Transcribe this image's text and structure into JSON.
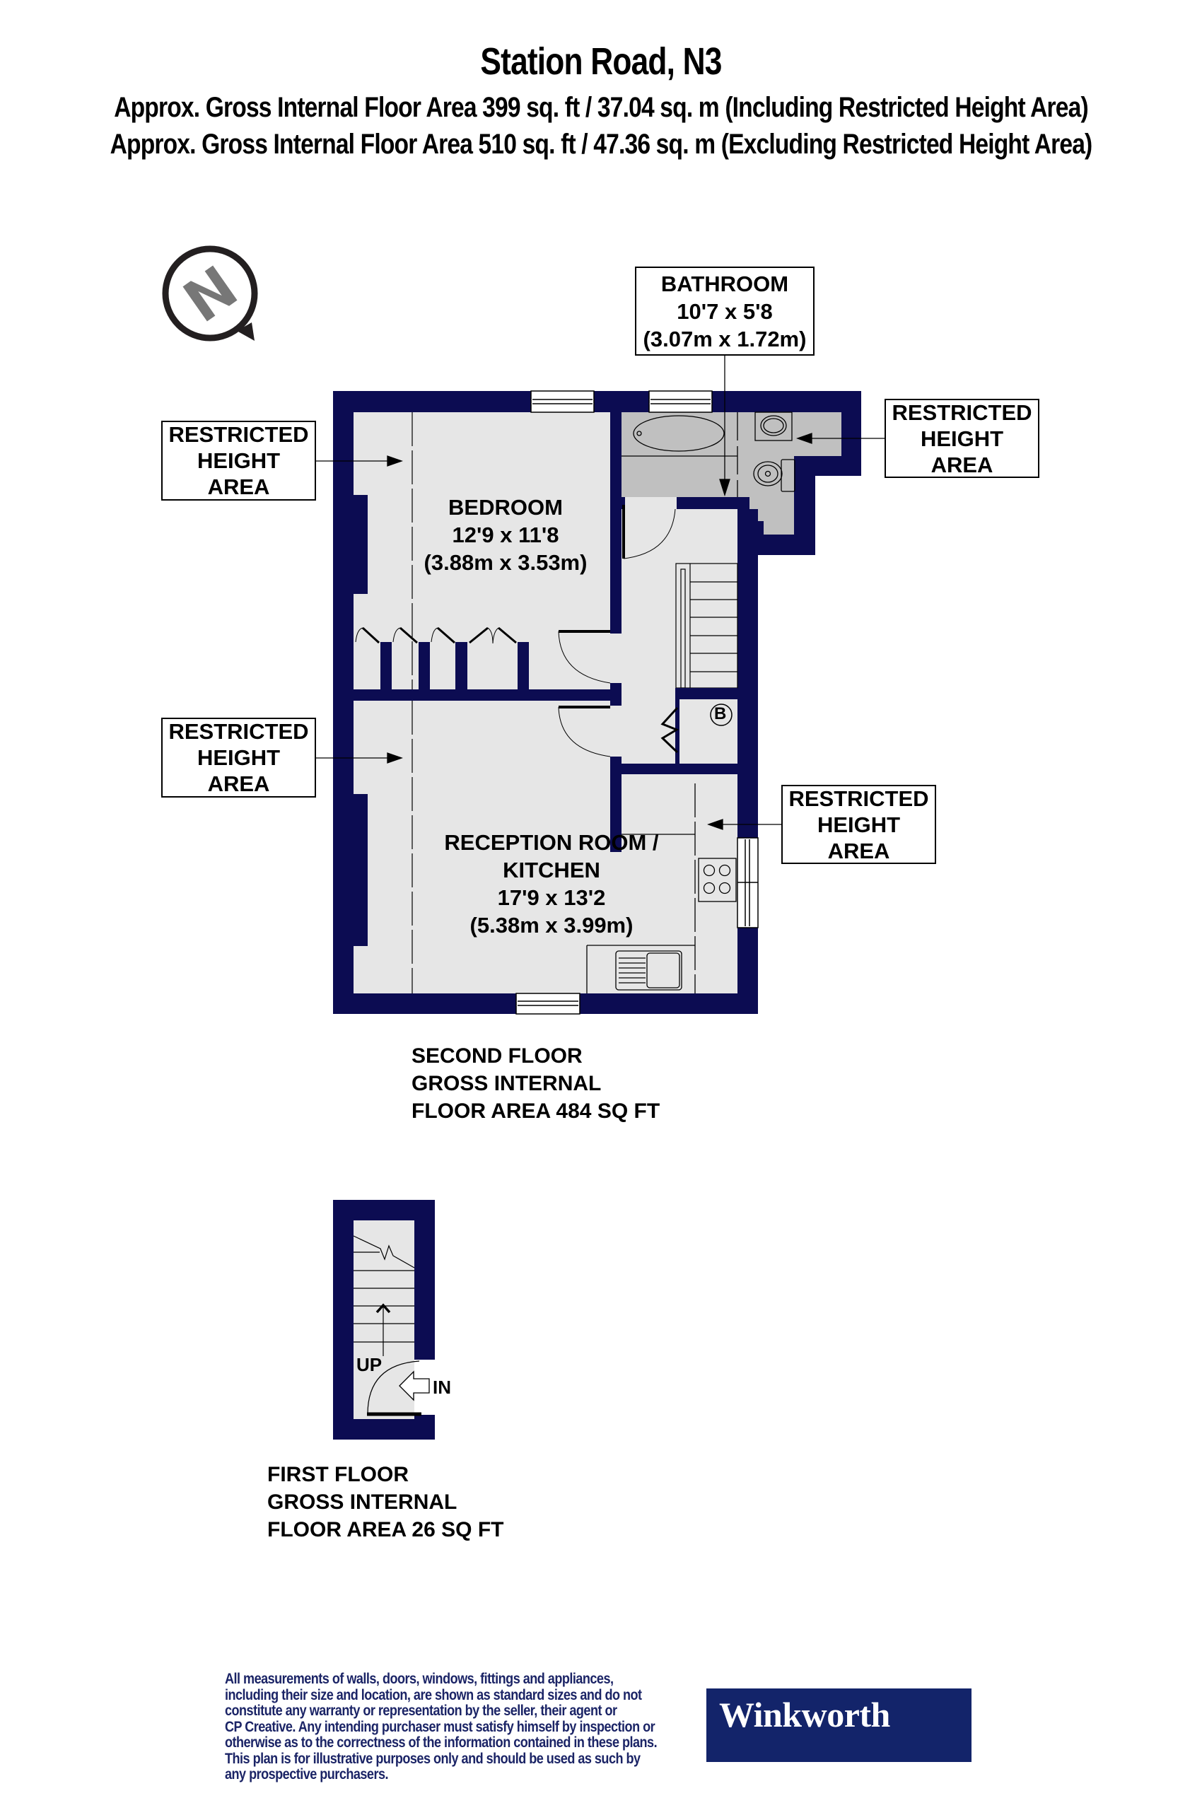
{
  "header": {
    "title": "Station Road, N3",
    "area_including": "Approx. Gross Internal Floor Area 399 sq. ft / 37.04 sq. m (Including Restricted Height Area)",
    "area_excluding": "Approx. Gross Internal Floor Area 510 sq. ft / 47.36 sq. m (Excluding Restricted Height Area)"
  },
  "compass": {
    "icon": "north-compass-icon",
    "letter": "N"
  },
  "colors": {
    "wall": "#0c0c52",
    "floor": "#e6e6e6",
    "bathroom_floor": "#c0c0c0",
    "logo_bg": "#13246a",
    "disclaimer_text": "#1b2466"
  },
  "second_floor": {
    "rooms": [
      {
        "name": "BEDROOM",
        "imperial": "12'9 x 11'8",
        "metric": "(3.88m x 3.53m)"
      },
      {
        "name": "RECEPTION ROOM /",
        "name2": "KITCHEN",
        "imperial": "17'9 x 13'2",
        "metric": "(5.38m x 3.99m)"
      },
      {
        "name": "BATHROOM",
        "imperial": "10'7 x 5'8",
        "metric": "(3.07m x 1.72m)"
      }
    ],
    "restricted_labels": [
      {
        "line1": "RESTRICTED",
        "line2": "HEIGHT",
        "line3": "AREA"
      },
      {
        "line1": "RESTRICTED",
        "line2": "HEIGHT",
        "line3": "AREA"
      },
      {
        "line1": "RESTRICTED",
        "line2": "HEIGHT",
        "line3": "AREA"
      },
      {
        "line1": "RESTRICTED",
        "line2": "HEIGHT",
        "line3": "AREA"
      }
    ],
    "boiler_label": "B",
    "floor_label": {
      "line1": "SECOND FLOOR",
      "line2": "GROSS INTERNAL",
      "line3": "FLOOR AREA 484 SQ FT"
    }
  },
  "first_floor": {
    "up_label": "UP",
    "in_label": "IN",
    "floor_label": {
      "line1": "FIRST FLOOR",
      "line2": "GROSS INTERNAL",
      "line3": "FLOOR AREA 26 SQ FT"
    }
  },
  "footer": {
    "disclaimer": [
      "All measurements of walls, doors, windows, fittings and appliances,",
      "including their size and location, are shown as standard sizes and do not",
      "constitute any warranty or representation by the seller, their agent or",
      "CP Creative. Any intending purchaser must satisfy himself by inspection or",
      "otherwise as to the correctness of the information contained in these plans.",
      "This plan is for illustrative purposes only and should be used as such by",
      "any prospective purchasers."
    ],
    "logo_text": "Winkworth"
  }
}
